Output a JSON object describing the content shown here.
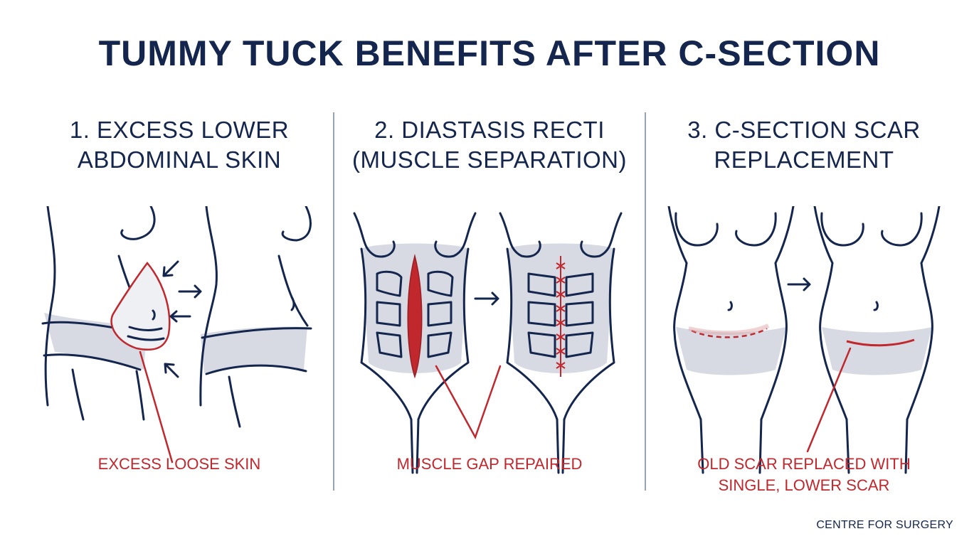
{
  "title": "TUMMY TUCK BENEFITS AFTER C-SECTION",
  "panels": [
    {
      "heading_line1": "1. EXCESS LOWER",
      "heading_line2": "ABDOMINAL SKIN",
      "caption_line1": "EXCESS LOOSE SKIN",
      "caption_line2": ""
    },
    {
      "heading_line1": "2. DIASTASIS RECTI",
      "heading_line2": "(MUSCLE SEPARATION)",
      "caption_line1": "MUSCLE GAP REPAIRED",
      "caption_line2": ""
    },
    {
      "heading_line1": "3. C-SECTION SCAR",
      "heading_line2": "REPLACEMENT",
      "caption_line1": "OLD SCAR REPLACED WITH",
      "caption_line2": "SINGLE, LOWER SCAR"
    }
  ],
  "footer": "CENTRE FOR SURGERY",
  "colors": {
    "navy": "#14264d",
    "accent_red": "#c0282e",
    "shade": "#d7dae2"
  },
  "icons": [
    "arrow-right-icon",
    "arrow-inward-icon"
  ]
}
